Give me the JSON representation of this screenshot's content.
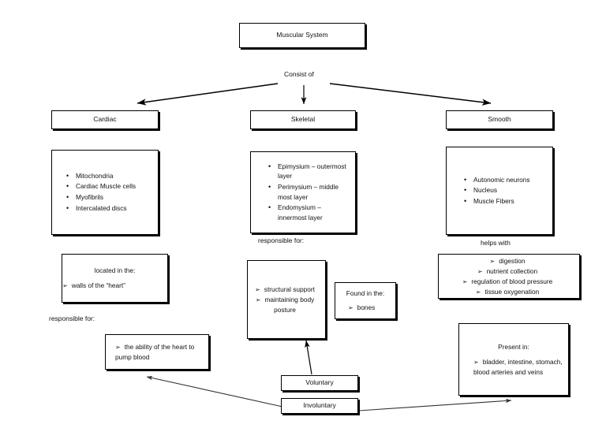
{
  "diagram": {
    "title": "Muscular System",
    "root_connector_label": "Consist of",
    "branches": {
      "cardiac": {
        "label": "Cardiac",
        "features": [
          "Mitochondria",
          "Cardiac Muscle cells",
          "Myofibrils",
          "Intercalated discs"
        ],
        "location_head": "located in the:",
        "location_items": [
          "walls of the “heart”"
        ],
        "responsible_label": "responsible for:",
        "responsible_items": [
          "the ability of the heart to pump blood"
        ]
      },
      "skeletal": {
        "label": "Skeletal",
        "features": [
          "Epimysium – outermost layer",
          "Perimysium – middle most layer",
          "Endomysium – innermost layer"
        ],
        "responsible_label": "responsible for:",
        "responsible_items": [
          "structural support",
          "maintaining body posture"
        ],
        "found_head": "Found in the:",
        "found_items": [
          "bones"
        ]
      },
      "smooth": {
        "label": "Smooth",
        "features": [
          "Autonomic neurons",
          "Nucleus",
          "Muscle Fibers"
        ],
        "helps_label": "helps with",
        "helps_items": [
          "digestion",
          "nutrient collection",
          "regulation of blood pressure",
          "tissue oxygenation"
        ],
        "present_head": "Present in:",
        "present_items": [
          "bladder, intestine, stomach, blood arteries and veins"
        ]
      }
    },
    "control": {
      "voluntary": "Voluntary",
      "involuntary": "Involuntary"
    },
    "bullet_glyph": "➢",
    "colors": {
      "stroke": "#000000",
      "text": "#111111",
      "background": "#ffffff"
    }
  }
}
